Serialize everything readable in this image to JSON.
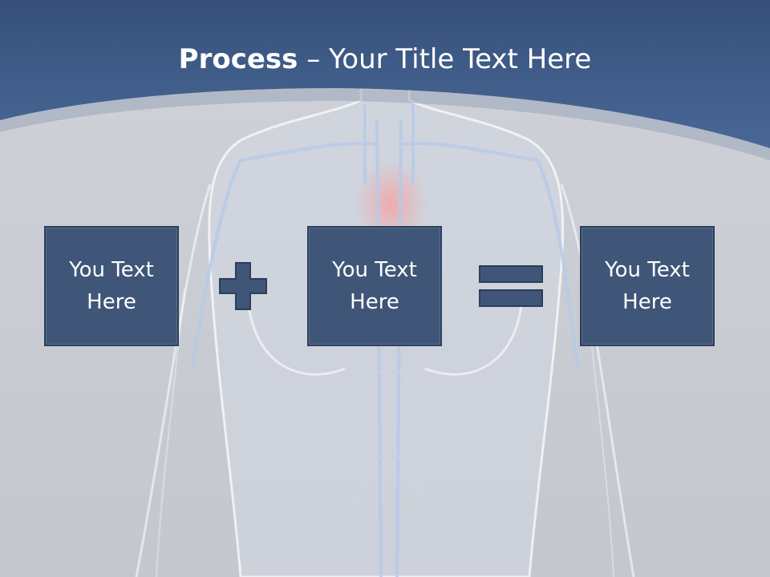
{
  "slide": {
    "title_bold": "Process",
    "title_separator": " – ",
    "title_rest": "Your Title Text Here",
    "boxes": [
      {
        "line1": "You Text",
        "line2": "Here"
      },
      {
        "line1": "You Text",
        "line2": "Here"
      },
      {
        "line1": "You Text",
        "line2": "Here"
      }
    ],
    "operators": [
      "plus-icon",
      "equals-icon"
    ]
  },
  "colors": {
    "header_blue": "#3f5b86",
    "box_fill": "#3f5678",
    "box_border": "#2b3e5b",
    "background_gray": "#c8cbd1"
  }
}
